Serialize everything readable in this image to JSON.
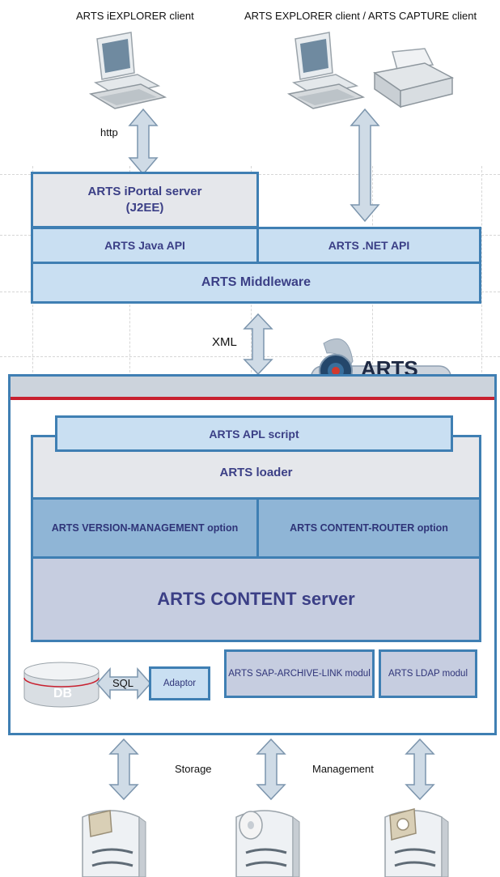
{
  "clients": {
    "iexplorer": "ARTS iEXPLORER client",
    "explorer": "ARTS EXPLORER client / ARTS CAPTURE client"
  },
  "connectors": {
    "http": "http",
    "xml": "XML",
    "sql": "SQL",
    "storage": "Storage",
    "management": "Management"
  },
  "middleware": {
    "iportal_line1": "ARTS iPortal server",
    "iportal_line2": "(J2EE)",
    "java_api": "ARTS Java API",
    "net_api": "ARTS .NET API",
    "middleware": "ARTS Middleware"
  },
  "logo": {
    "text": "ARTS"
  },
  "server": {
    "apl_script": "ARTS APL script",
    "loader": "ARTS loader",
    "version_mgmt": "ARTS VERSION-MANAGEMENT option",
    "content_router": "ARTS CONTENT-ROUTER option",
    "content_server": "ARTS CONTENT server"
  },
  "modules": {
    "db": "DB",
    "adaptor": "Adaptor",
    "sap": "ARTS SAP-ARCHIVE-LINK modul",
    "ldap": "ARTS LDAP modul"
  },
  "colors": {
    "border": "#3f7fb3",
    "text": "#3b3f86",
    "light_blue": "#c9dff2",
    "light_grey": "#e5e7eb",
    "mid_blue": "#8fb5d6",
    "content_blue": "#c6cde0",
    "red_line": "#c8202f"
  }
}
